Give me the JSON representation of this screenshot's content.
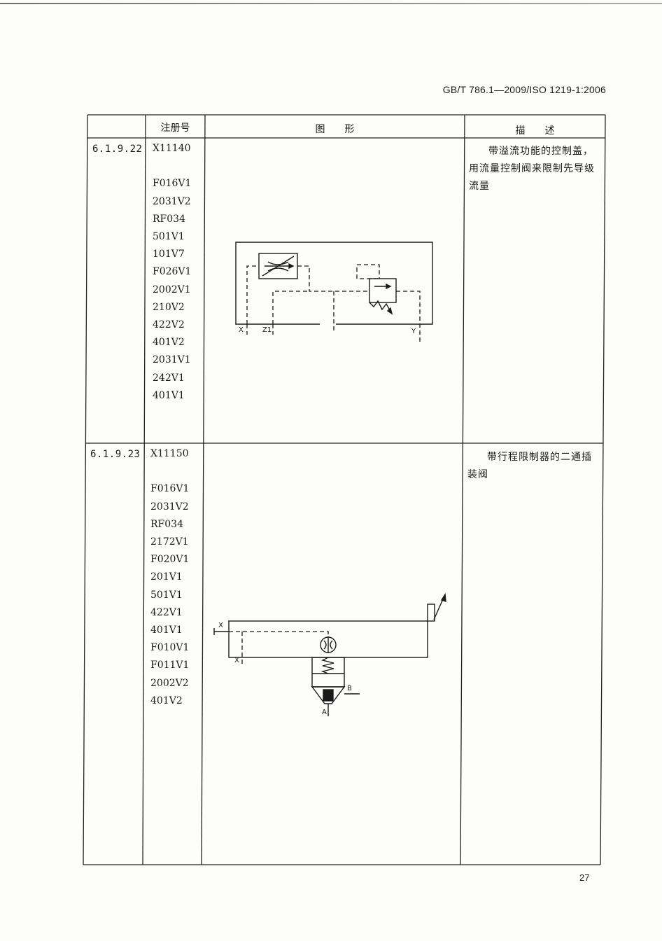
{
  "page": {
    "header_code": "GB/T 786.1—2009/ISO 1219-1:2006",
    "page_number": "27"
  },
  "table": {
    "headers": {
      "registration": "注册号",
      "graphic": "图　　形",
      "description": "描　　述"
    },
    "rows": [
      {
        "id": "6.1.9.22",
        "codes": [
          "X11140",
          "",
          "F016V1",
          "2031V2",
          "RF034",
          "501V1",
          "101V7",
          "F026V1",
          "2002V1",
          "210V2",
          "422V2",
          "401V2",
          "2031V1",
          "242V1",
          "401V1"
        ],
        "description": "带溢流功能的控制盖，用流量控制阀来限制先导级流量",
        "labels": {
          "x": "X",
          "z1": "Z1",
          "y": "Y"
        }
      },
      {
        "id": "6.1.9.23",
        "codes": [
          "X11150",
          "",
          "F016V1",
          "2031V2",
          "RF034",
          "2172V1",
          "F020V1",
          "201V1",
          "501V1",
          "422V1",
          "401V1",
          "F010V1",
          "F011V1",
          "2002V2",
          "401V2"
        ],
        "description": "带行程限制器的二通插装阀",
        "labels": {
          "x_top": "X",
          "x_bottom": "X",
          "b": "B",
          "a": "A"
        }
      }
    ]
  }
}
